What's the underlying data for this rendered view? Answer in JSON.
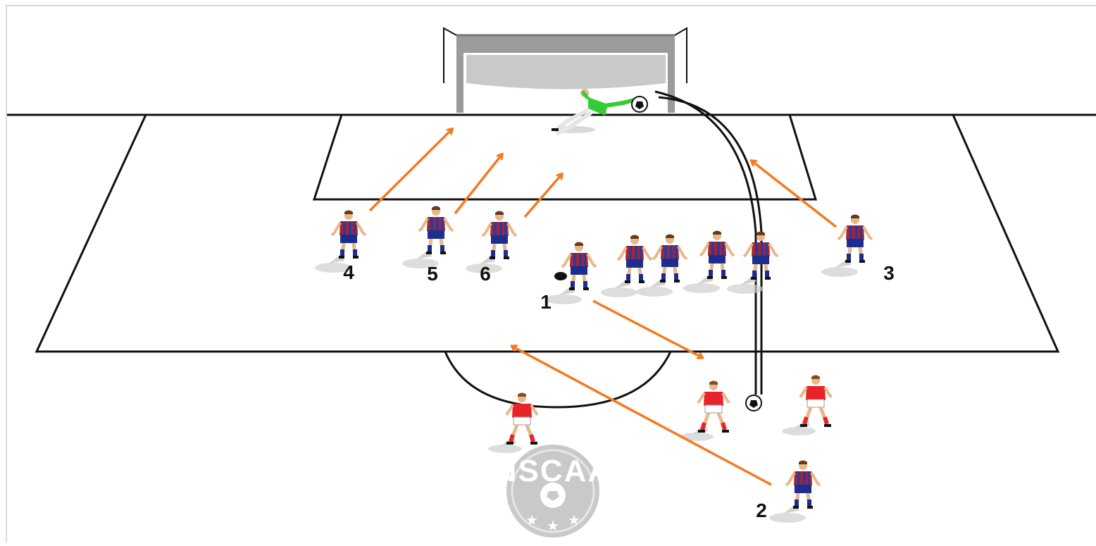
{
  "diagram": {
    "logo_text": "NSCAA",
    "player_numbers": [
      "1",
      "2",
      "3",
      "4",
      "5",
      "6"
    ],
    "colors": {
      "arrow": "#f47a1f",
      "line": "#111111",
      "attacker_shirt": "#a32432",
      "attacker_stripe": "#2b3aa0",
      "attacker_shorts": "#1d2c8f",
      "defender_shirt": "#e8232a",
      "defender_shorts": "#ffffff",
      "keeper_shirt": "#33cc33",
      "net": "#9b9b9b",
      "logo": "#c9c9c9"
    }
  }
}
